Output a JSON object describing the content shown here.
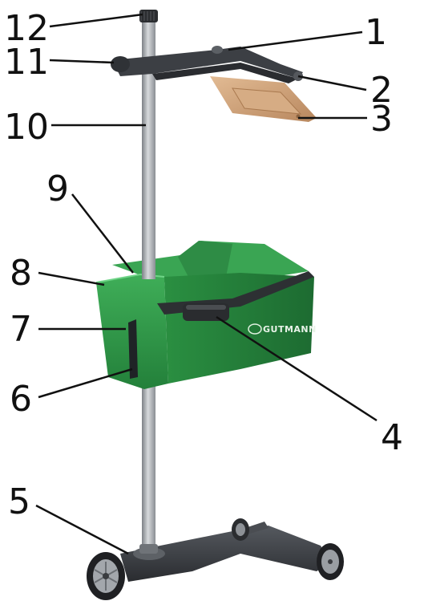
{
  "callouts": {
    "c1": "1",
    "c2": "2",
    "c3": "3",
    "c4": "4",
    "c5": "5",
    "c6": "6",
    "c7": "7",
    "c8": "8",
    "c9": "9",
    "c10": "10",
    "c11": "11",
    "c12": "12"
  },
  "housing": {
    "brand_label": "GUTMANN"
  },
  "colors": {
    "housing_green": "#2f9a47",
    "housing_dark_green": "#1f6e33",
    "column_gray": "#a7abb0",
    "frame_dark": "#3c3f44",
    "reflector_tan": "#cfa37c"
  }
}
